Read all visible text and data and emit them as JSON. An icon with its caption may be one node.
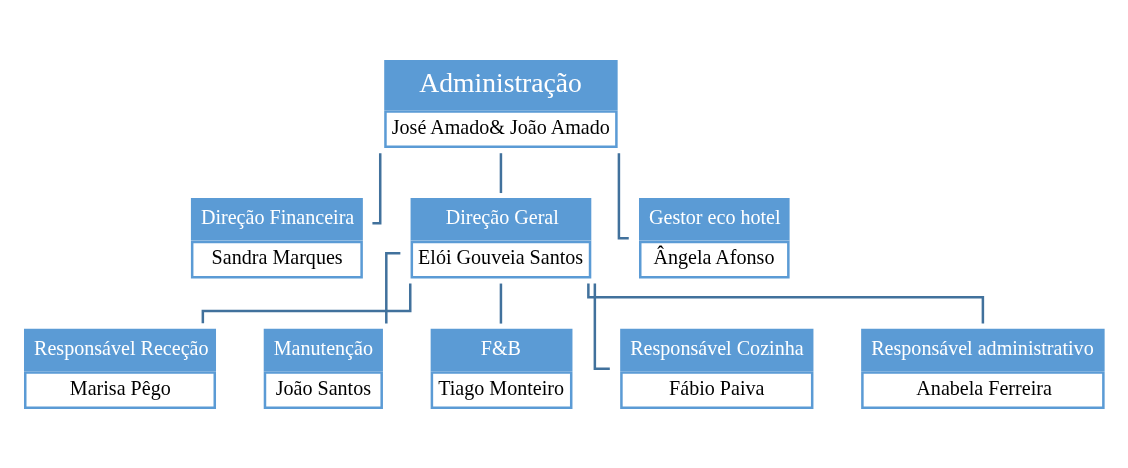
{
  "diagram": {
    "nodes": [
      {
        "text": [
          "Administração",
          "José Amado& João Amado"
        ]
      },
      {
        "text": [
          "Direção Financeira",
          "Sandra Marques"
        ]
      },
      {
        "text": [
          "Direção Geral",
          "Elói Gouveia Santos"
        ]
      },
      {
        "text": [
          "Gestor eco hotel",
          "Ângela Afonso"
        ]
      },
      {
        "text": [
          "Responsável Receção",
          "Marisa Pêgo"
        ]
      },
      {
        "text": [
          "Manutenção",
          "João Santos"
        ]
      },
      {
        "text": [
          "F&B",
          "Tiago Monteiro"
        ]
      },
      {
        "text": [
          "Responsável Cozinha",
          "Fábio Paiva"
        ]
      },
      {
        "text": [
          "Responsável administrativo",
          "Anabela Ferreira"
        ]
      }
    ],
    "edges": [
      {
        "from": 0,
        "to": 1,
        "arrow": "none"
      },
      {
        "from": 0,
        "to": 2,
        "arrow": "none"
      },
      {
        "from": 0,
        "to": 3,
        "arrow": "none"
      },
      {
        "from": 2,
        "to": 4,
        "arrow": "none"
      },
      {
        "from": 2,
        "to": 5,
        "arrow": "none"
      },
      {
        "from": 2,
        "to": 6,
        "arrow": "none"
      },
      {
        "from": 2,
        "to": 7,
        "arrow": "none"
      },
      {
        "from": 2,
        "to": 8,
        "arrow": "none"
      }
    ]
  }
}
